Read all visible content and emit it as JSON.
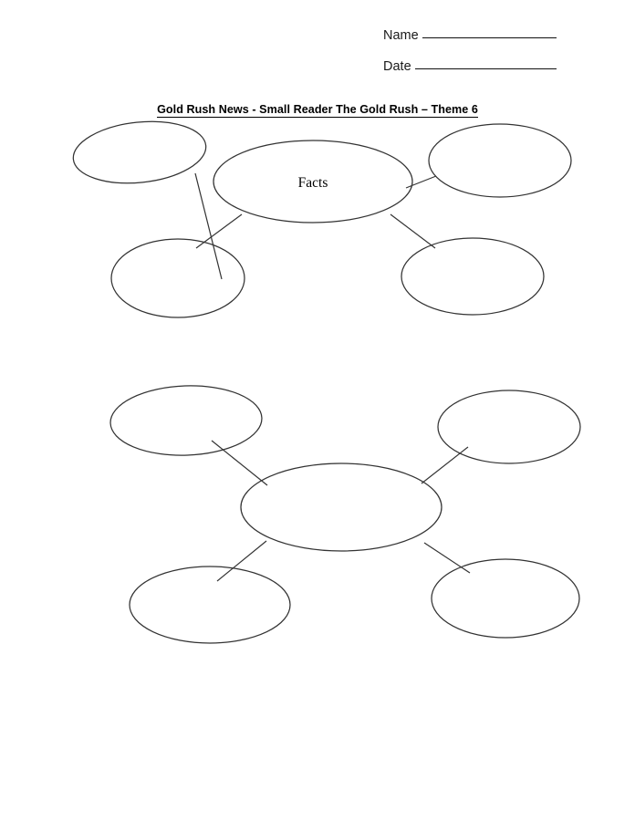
{
  "document": {
    "type": "worksheet",
    "page_background": "#ffffff",
    "ink_color": "#333333"
  },
  "header": {
    "name_label": "Name",
    "date_label": "Date"
  },
  "title": {
    "text": "Gold Rush News - Small Reader The Gold Rush – Theme 6"
  },
  "diagrams": [
    {
      "id": "web-diagram-1",
      "center": {
        "label": "Facts"
      },
      "satellites": [
        {
          "position": "top-left",
          "label": ""
        },
        {
          "position": "top-right",
          "label": ""
        },
        {
          "position": "bottom-left",
          "label": ""
        },
        {
          "position": "bottom-right",
          "label": ""
        }
      ]
    },
    {
      "id": "web-diagram-2",
      "center": {
        "label": ""
      },
      "satellites": [
        {
          "position": "top-left",
          "label": ""
        },
        {
          "position": "top-right",
          "label": ""
        },
        {
          "position": "bottom-left",
          "label": ""
        },
        {
          "position": "bottom-right",
          "label": ""
        }
      ]
    }
  ]
}
